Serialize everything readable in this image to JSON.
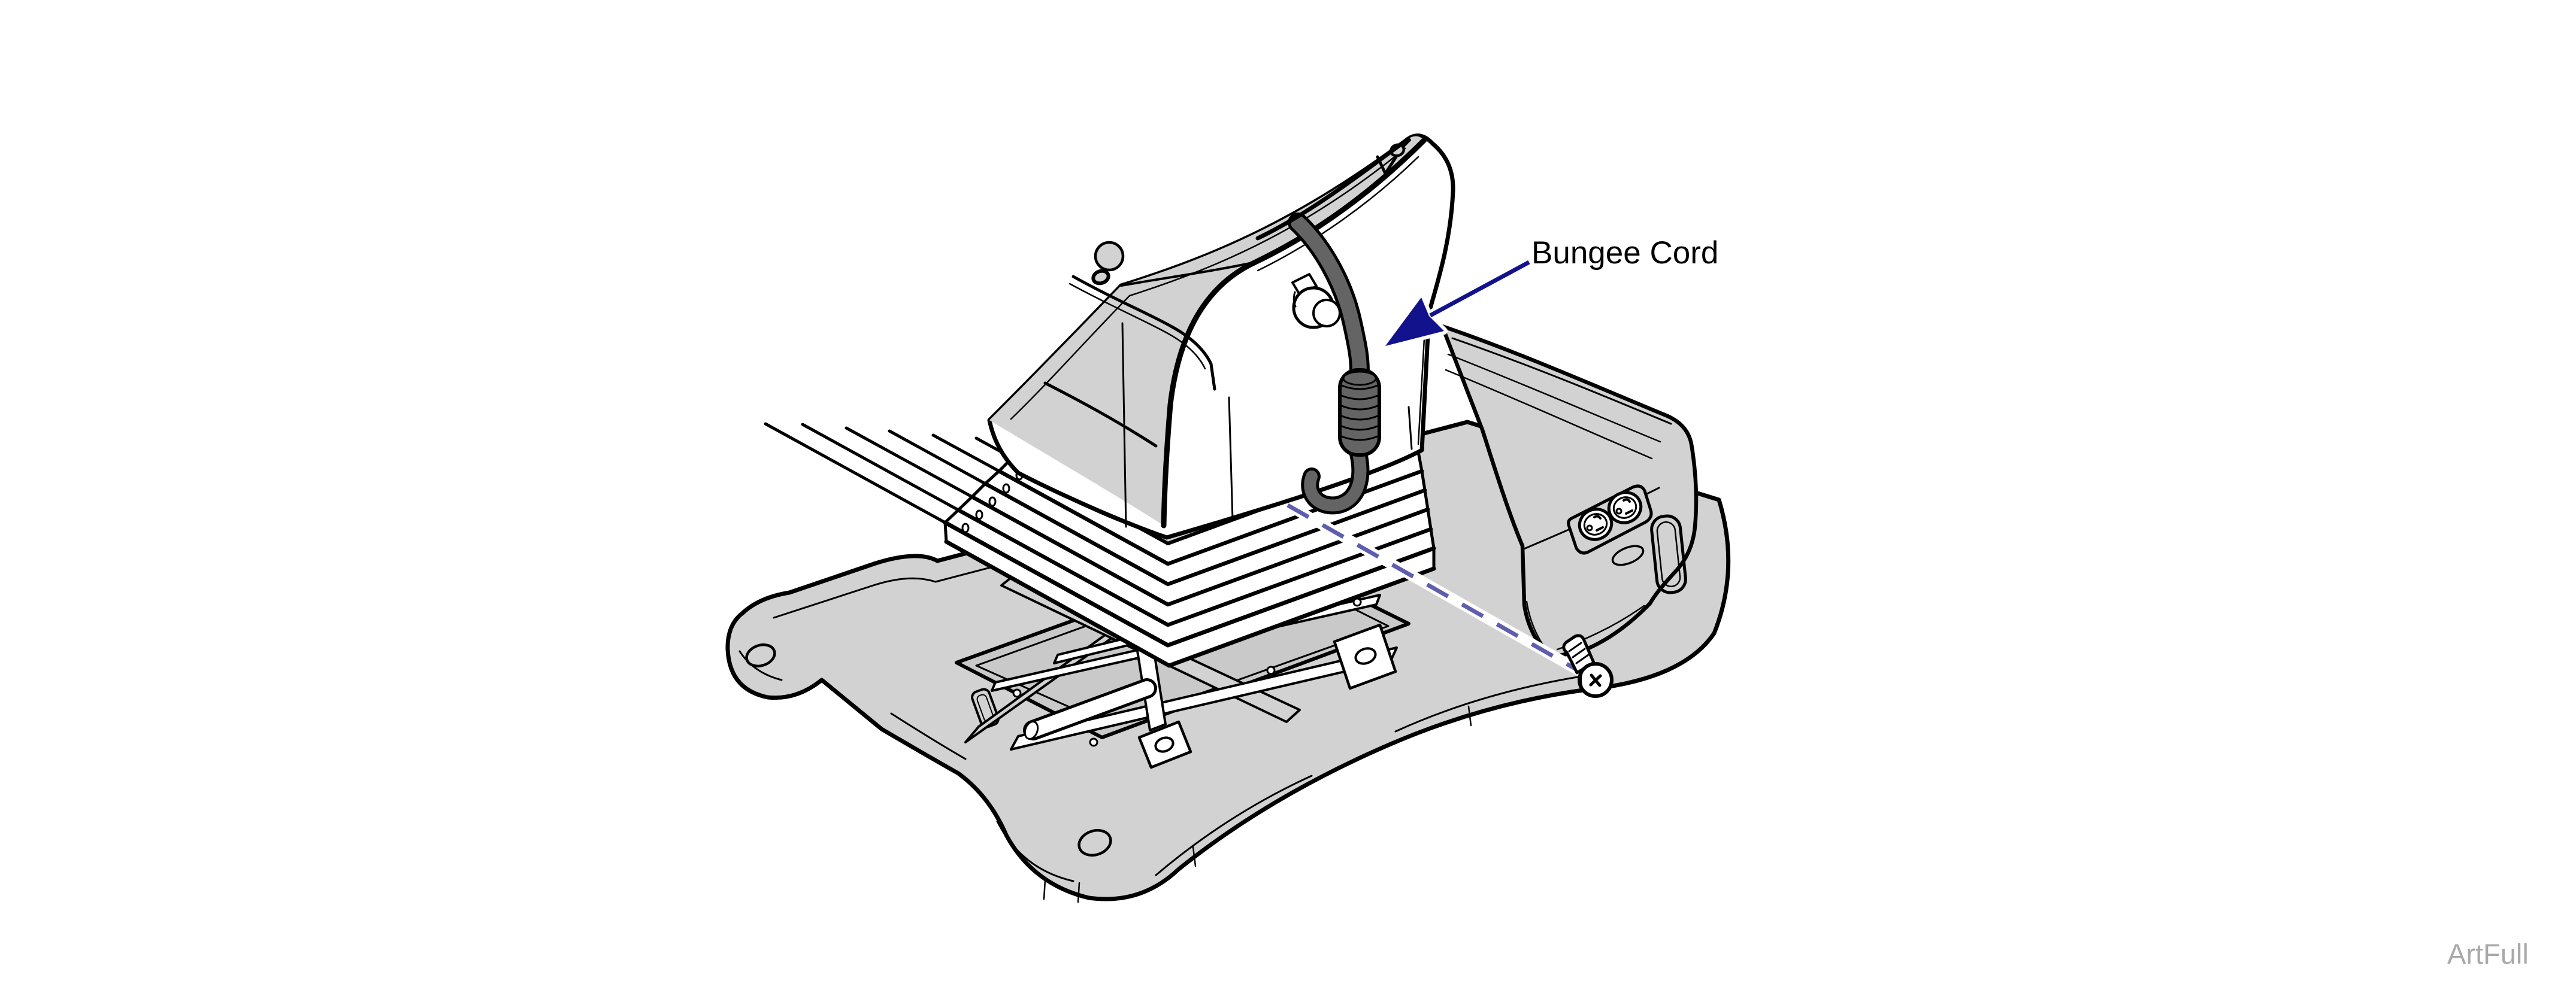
{
  "diagram": {
    "callout_label": "Bungee Cord",
    "watermark": "ArtFull"
  },
  "colors": {
    "background": "#ffffff",
    "outline": "#000000",
    "part_fill": "#d2d2d2",
    "recess_fill": "#c9c9c9",
    "cord_fill": "#646464",
    "arrow_blue": "#12128c",
    "leader_dash_blue": "#5e5eae",
    "watermark_gray": "#a9a9a9",
    "label_text": "#000000"
  },
  "icons": {
    "callout_arrow": "barbed-arrow-icon",
    "leader_line": "dashed-leader-line",
    "screw": "phillips-screw-icon"
  }
}
